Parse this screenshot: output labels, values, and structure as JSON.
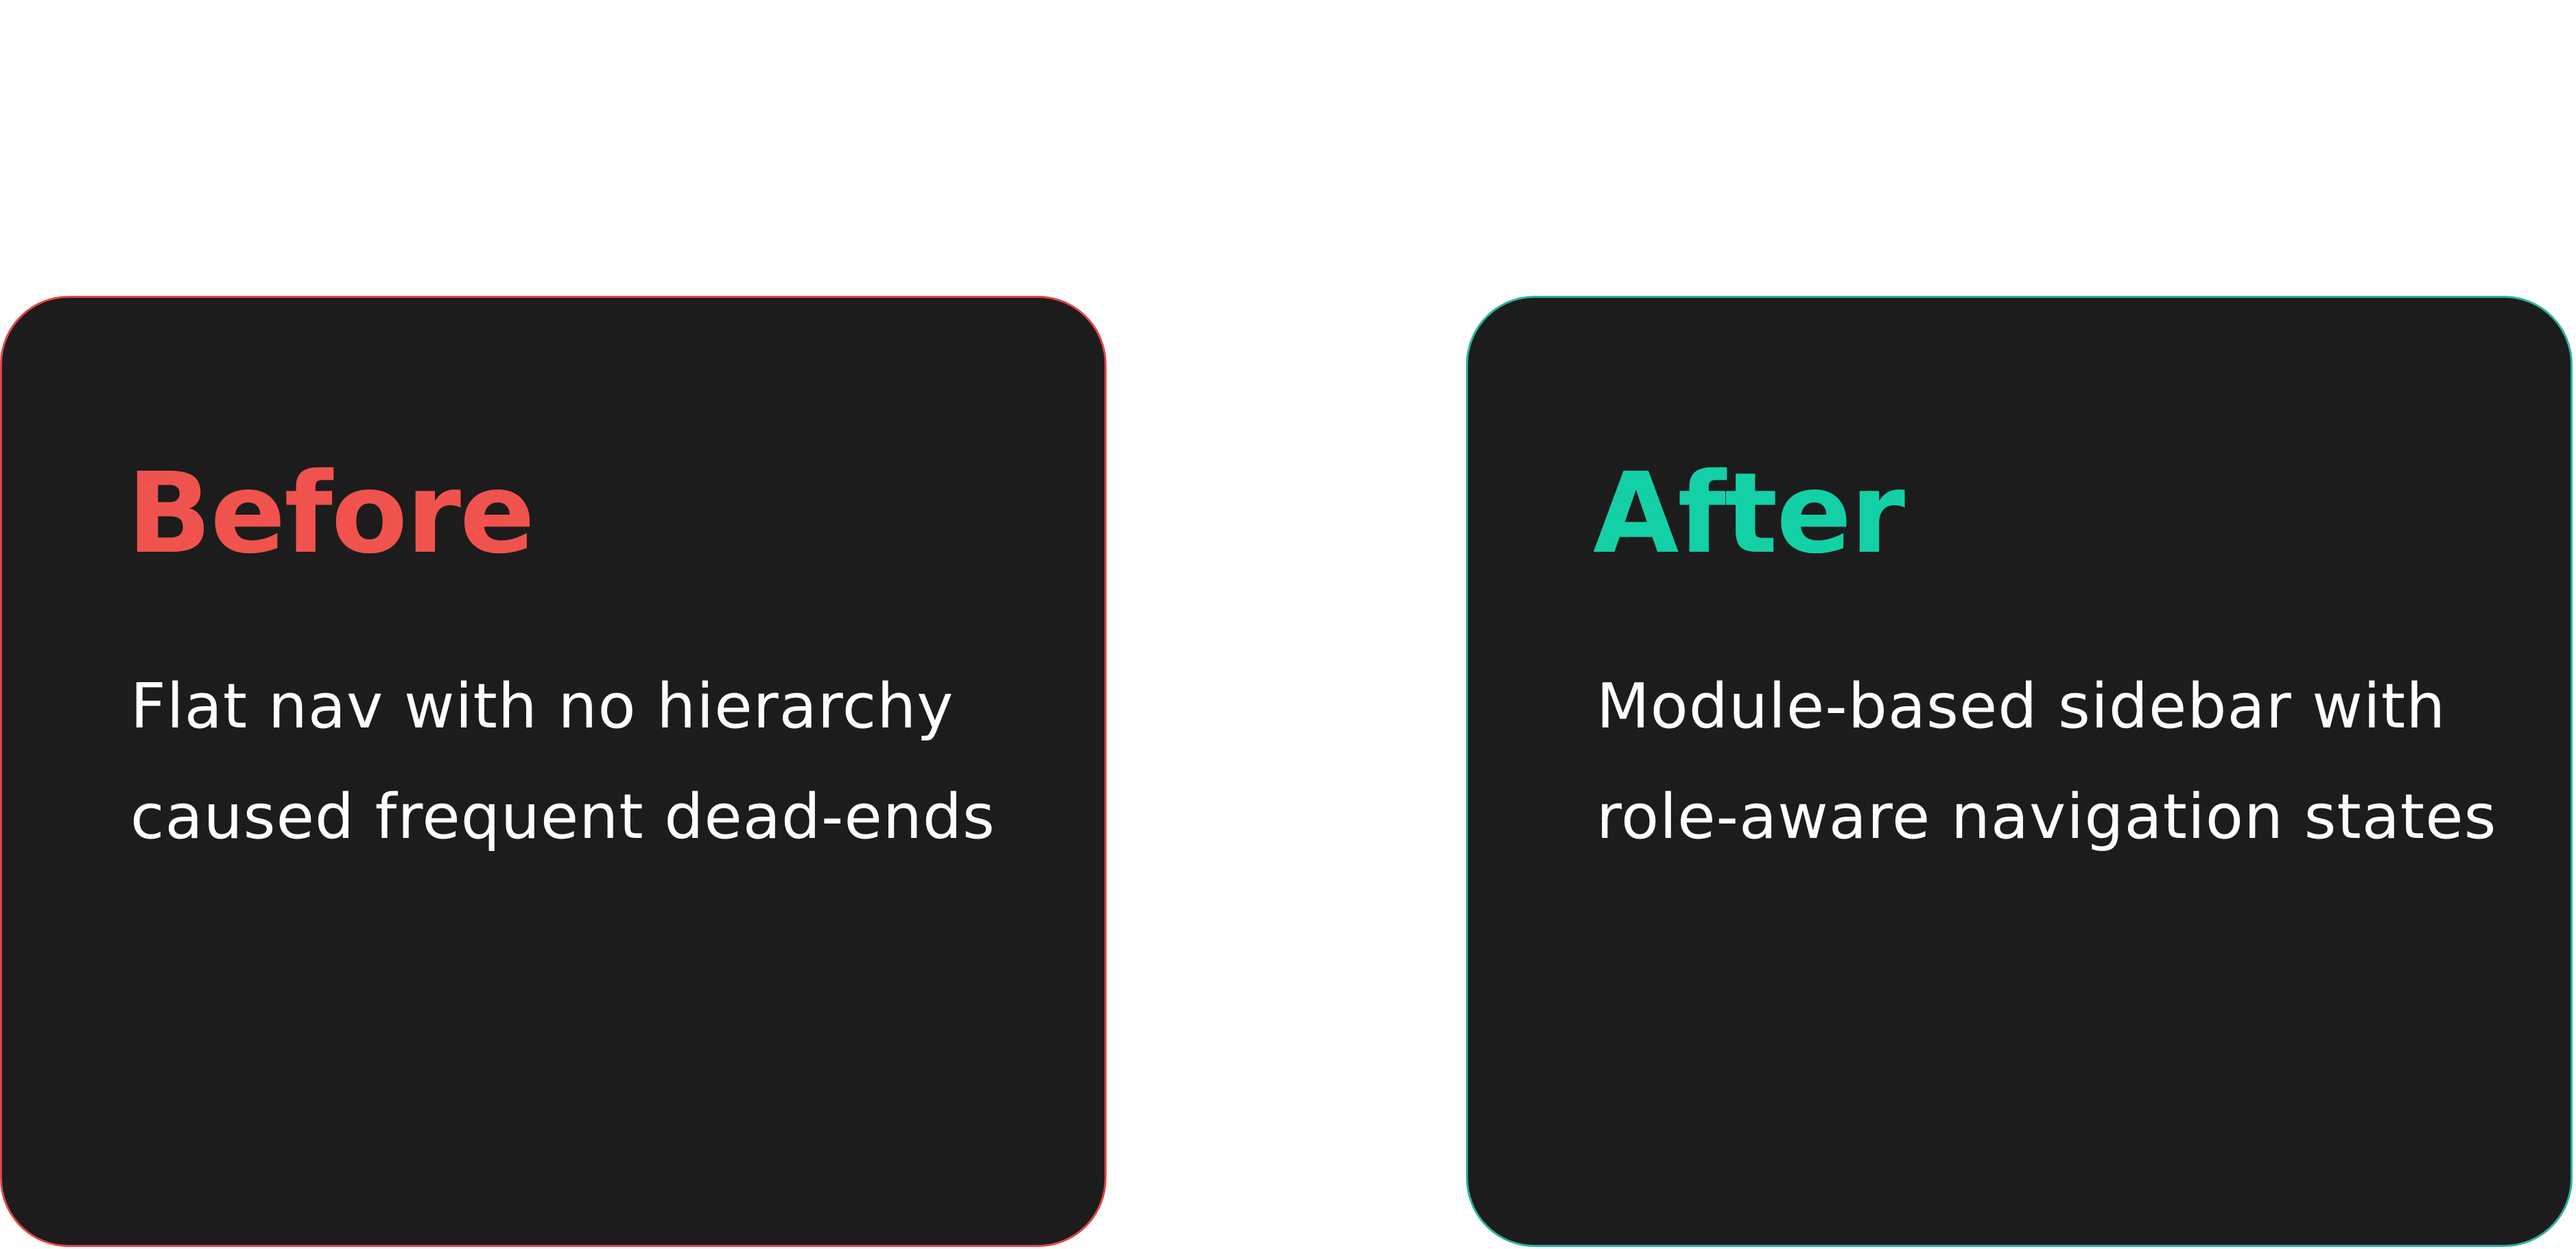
{
  "comparison": {
    "before": {
      "heading": "Before",
      "description": "Flat nav with no hierarchy caused frequent dead-ends",
      "accent_color": "#f0534d"
    },
    "after": {
      "heading": "After",
      "description": "Module-based sidebar with role-aware navigation states",
      "accent_color": "#14d0a6"
    },
    "card_background": "#1c1c1c",
    "page_background": "#ffffff"
  }
}
